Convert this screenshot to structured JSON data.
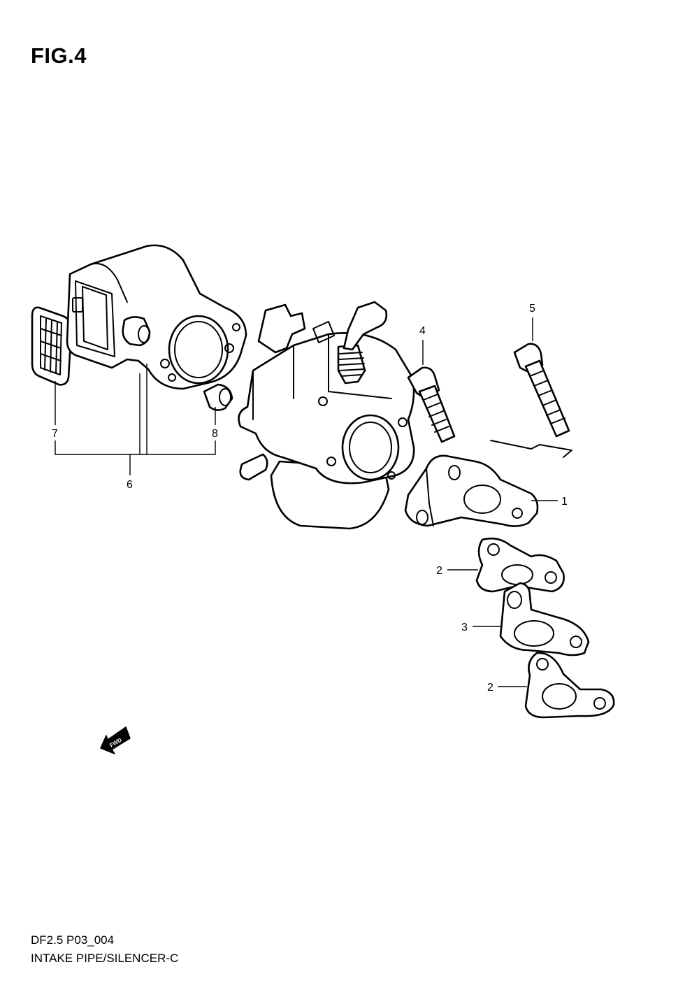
{
  "figure": {
    "title": "FIG.4"
  },
  "callouts": [
    {
      "id": "1",
      "label": "1"
    },
    {
      "id": "2a",
      "label": "2"
    },
    {
      "id": "2b",
      "label": "2"
    },
    {
      "id": "3",
      "label": "3"
    },
    {
      "id": "4",
      "label": "4"
    },
    {
      "id": "5",
      "label": "5"
    },
    {
      "id": "6",
      "label": "6"
    },
    {
      "id": "7",
      "label": "7"
    },
    {
      "id": "8",
      "label": "8"
    }
  ],
  "fwd_marker": {
    "label": "FWD"
  },
  "footer": {
    "code": "DF2.5 P03_004",
    "name": "INTAKE PIPE/SILENCER-C"
  }
}
